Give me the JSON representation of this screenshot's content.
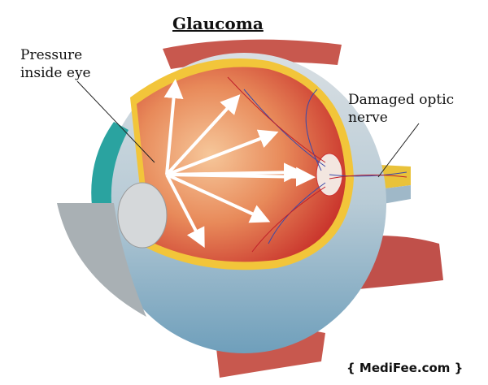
{
  "title": "Glaucoma",
  "labels": {
    "pressure_line1": "Pressure",
    "pressure_line2": "inside eye",
    "nerve_line1": "Damaged optic",
    "nerve_line2": "nerve"
  },
  "watermark": "{ MediFee.com }",
  "colors": {
    "interior": "#e0603a",
    "sclera": "#9fc2d6",
    "retina": "#f2c53a",
    "cornea": "#2aa3a0",
    "muscle": "#c8584e"
  }
}
